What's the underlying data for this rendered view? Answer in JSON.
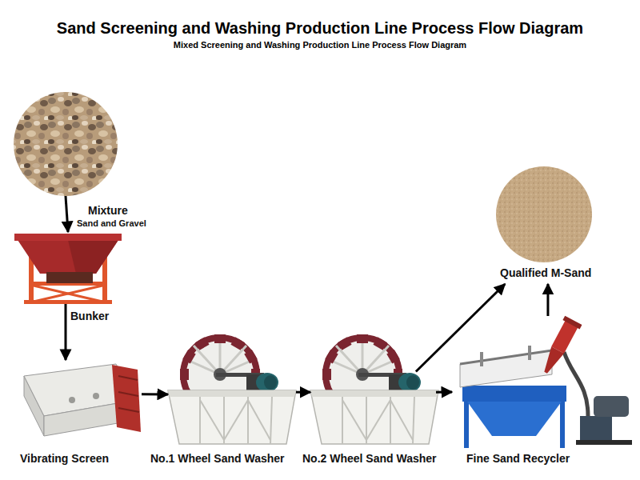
{
  "diagram": {
    "title": "Sand Screening and Washing Production Line Process Flow Diagram",
    "nodes": [
      {
        "text": [
          "Mixture",
          "Sand and Gravel"
        ]
      },
      {
        "text": [
          "Bunker"
        ]
      },
      {
        "text": [
          "Vibrating Screen"
        ]
      },
      {
        "text": [
          "No.1 Wheel Sand Washer"
        ]
      },
      {
        "text": [
          "No.2 Wheel Sand Washer"
        ]
      },
      {
        "text": [
          "Fine Sand Recycler"
        ]
      },
      {
        "text": [
          "Qualified M-Sand"
        ]
      }
    ],
    "edges": [
      {
        "from": 0,
        "to": 1,
        "arrow": "to"
      },
      {
        "from": 1,
        "to": 2,
        "arrow": "to"
      },
      {
        "from": 2,
        "to": 3,
        "arrow": "to"
      },
      {
        "from": 3,
        "to": 4,
        "arrow": "to"
      },
      {
        "from": 4,
        "to": 6,
        "arrow": "to"
      },
      {
        "from": 4,
        "to": 5,
        "arrow": "to"
      },
      {
        "from": 5,
        "to": 6,
        "arrow": "to"
      }
    ],
    "labels": [
      "Mixed Screening and Washing Production Line Process Flow Diagram"
    ]
  }
}
